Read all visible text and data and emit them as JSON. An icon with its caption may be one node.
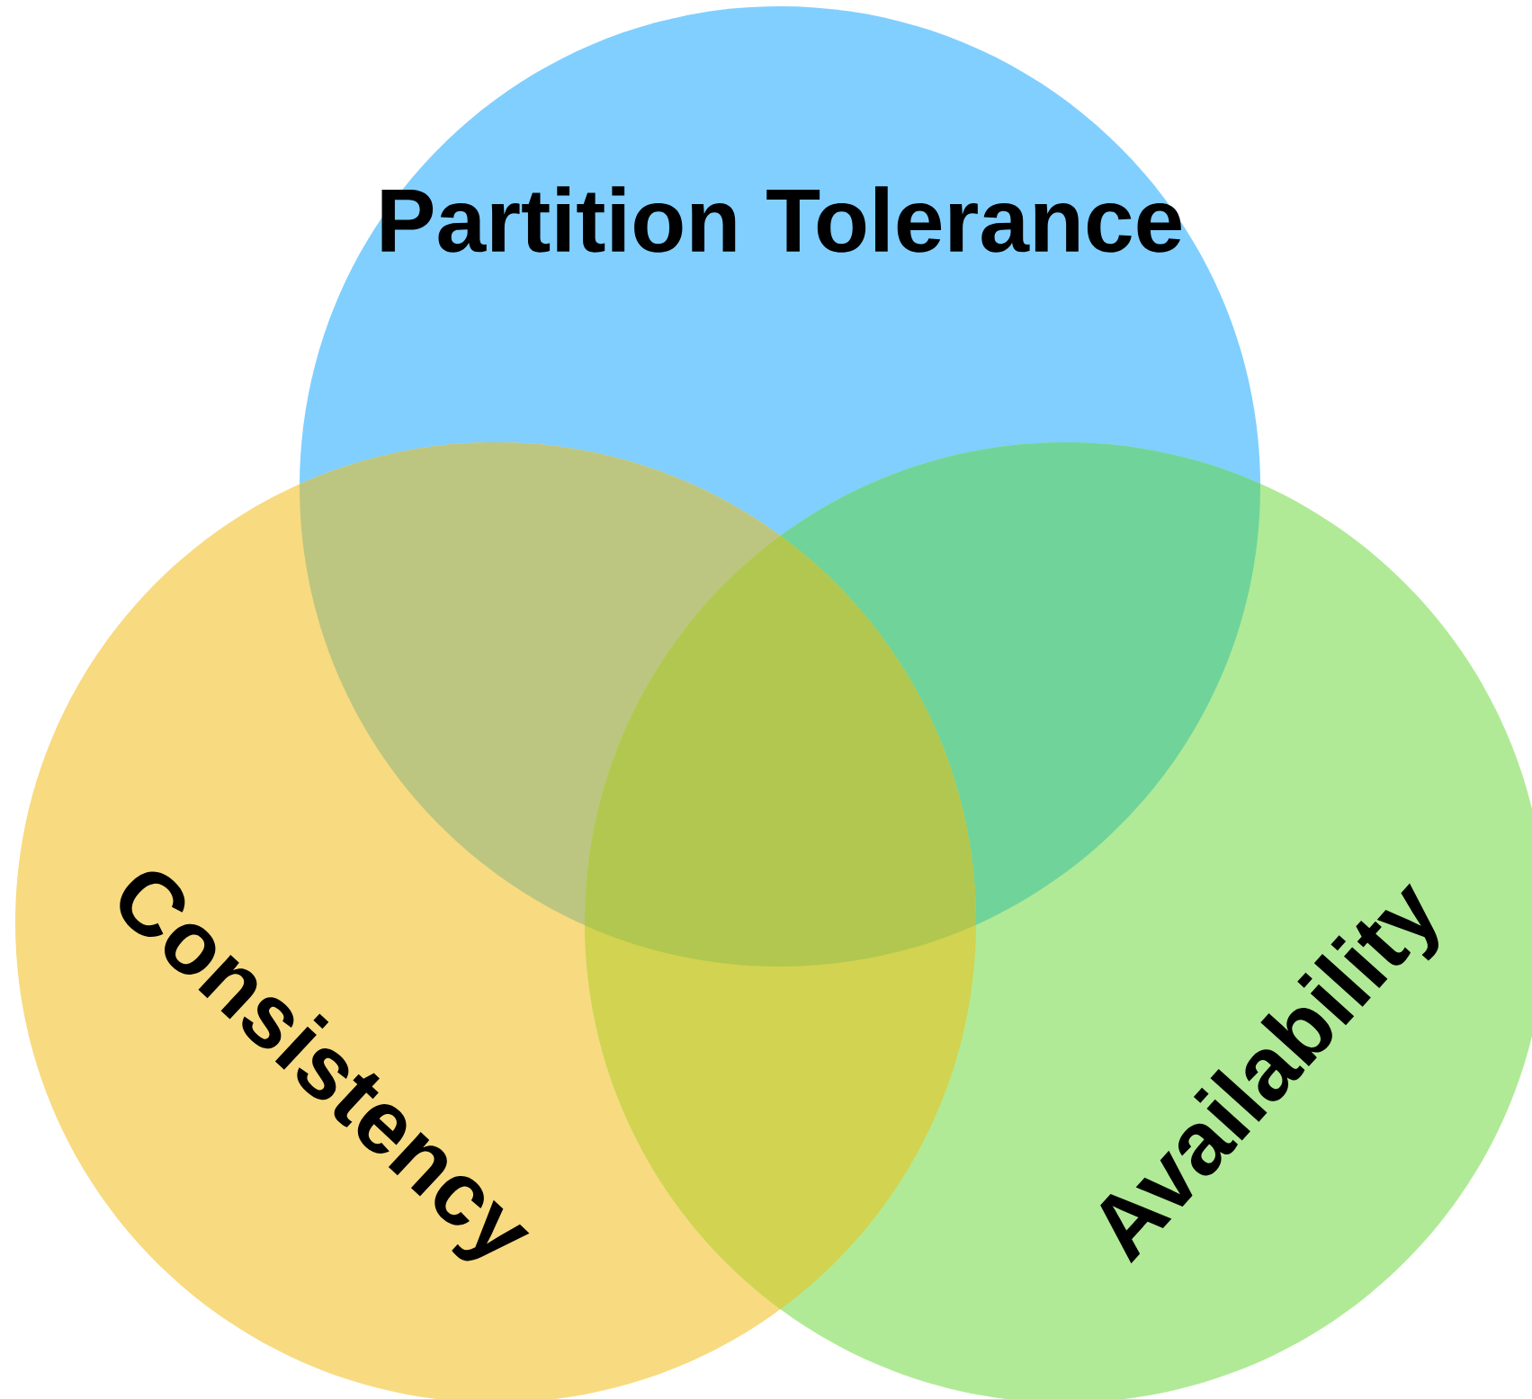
{
  "diagram": {
    "nodes": [
      {
        "text": [
          "Partition Tolerance"
        ]
      },
      {
        "text": [
          "Consistency"
        ]
      },
      {
        "text": [
          "Availability"
        ]
      }
    ]
  }
}
